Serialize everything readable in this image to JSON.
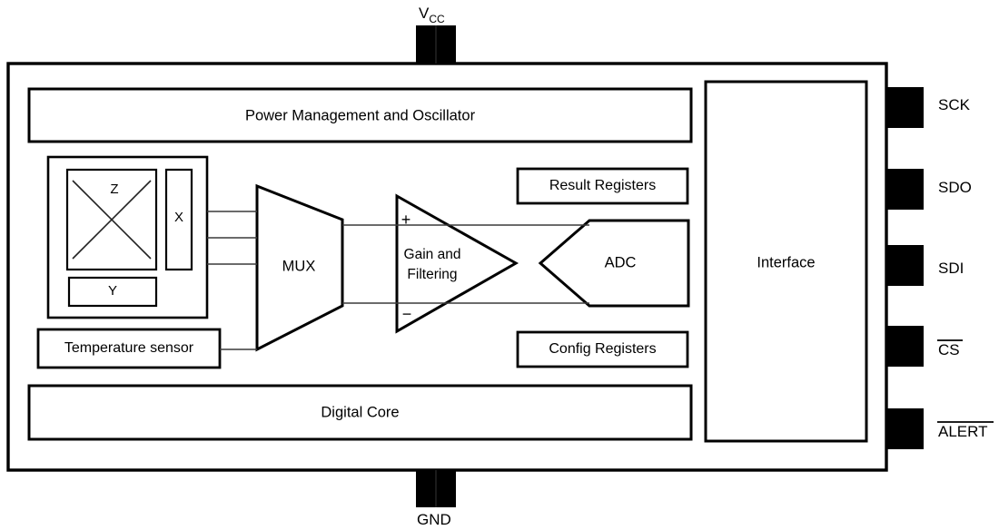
{
  "diagram": {
    "title_note": "Sensor front-end block diagram",
    "power_pins": [
      {
        "name": "vcc",
        "label": "VCC",
        "label_main": "V",
        "label_sub": "CC",
        "position": "top"
      },
      {
        "name": "gnd",
        "label": "GND",
        "label_main": "GND",
        "label_sub": "",
        "position": "bottom"
      }
    ],
    "interface_pins": [
      {
        "name": "sck",
        "label": "SCK",
        "overline": false
      },
      {
        "name": "sdo",
        "label": "SDO",
        "overline": false
      },
      {
        "name": "sdi",
        "label": "SDI",
        "overline": false
      },
      {
        "name": "cs",
        "label": "CS",
        "overline": true
      },
      {
        "name": "alert",
        "label": "ALERT",
        "overline": true
      }
    ],
    "blocks": {
      "power_management": "Power Management and Oscillator",
      "digital_core": "Digital Core",
      "interface": "Interface",
      "temperature_sensor": "Temperature sensor",
      "result_registers": "Result Registers",
      "config_registers": "Config Registers",
      "mux": "MUX",
      "gain_line1": "Gain and",
      "gain_line2": "Filtering",
      "adc": "ADC",
      "axis_z": "Z",
      "axis_x": "X",
      "axis_y": "Y",
      "amp_plus": "+",
      "amp_minus": "−"
    },
    "colors": {
      "background": "#ffffff",
      "line": "#000000",
      "pad": "#000000",
      "wire": "#3a3a3a",
      "text": "#000000"
    }
  }
}
